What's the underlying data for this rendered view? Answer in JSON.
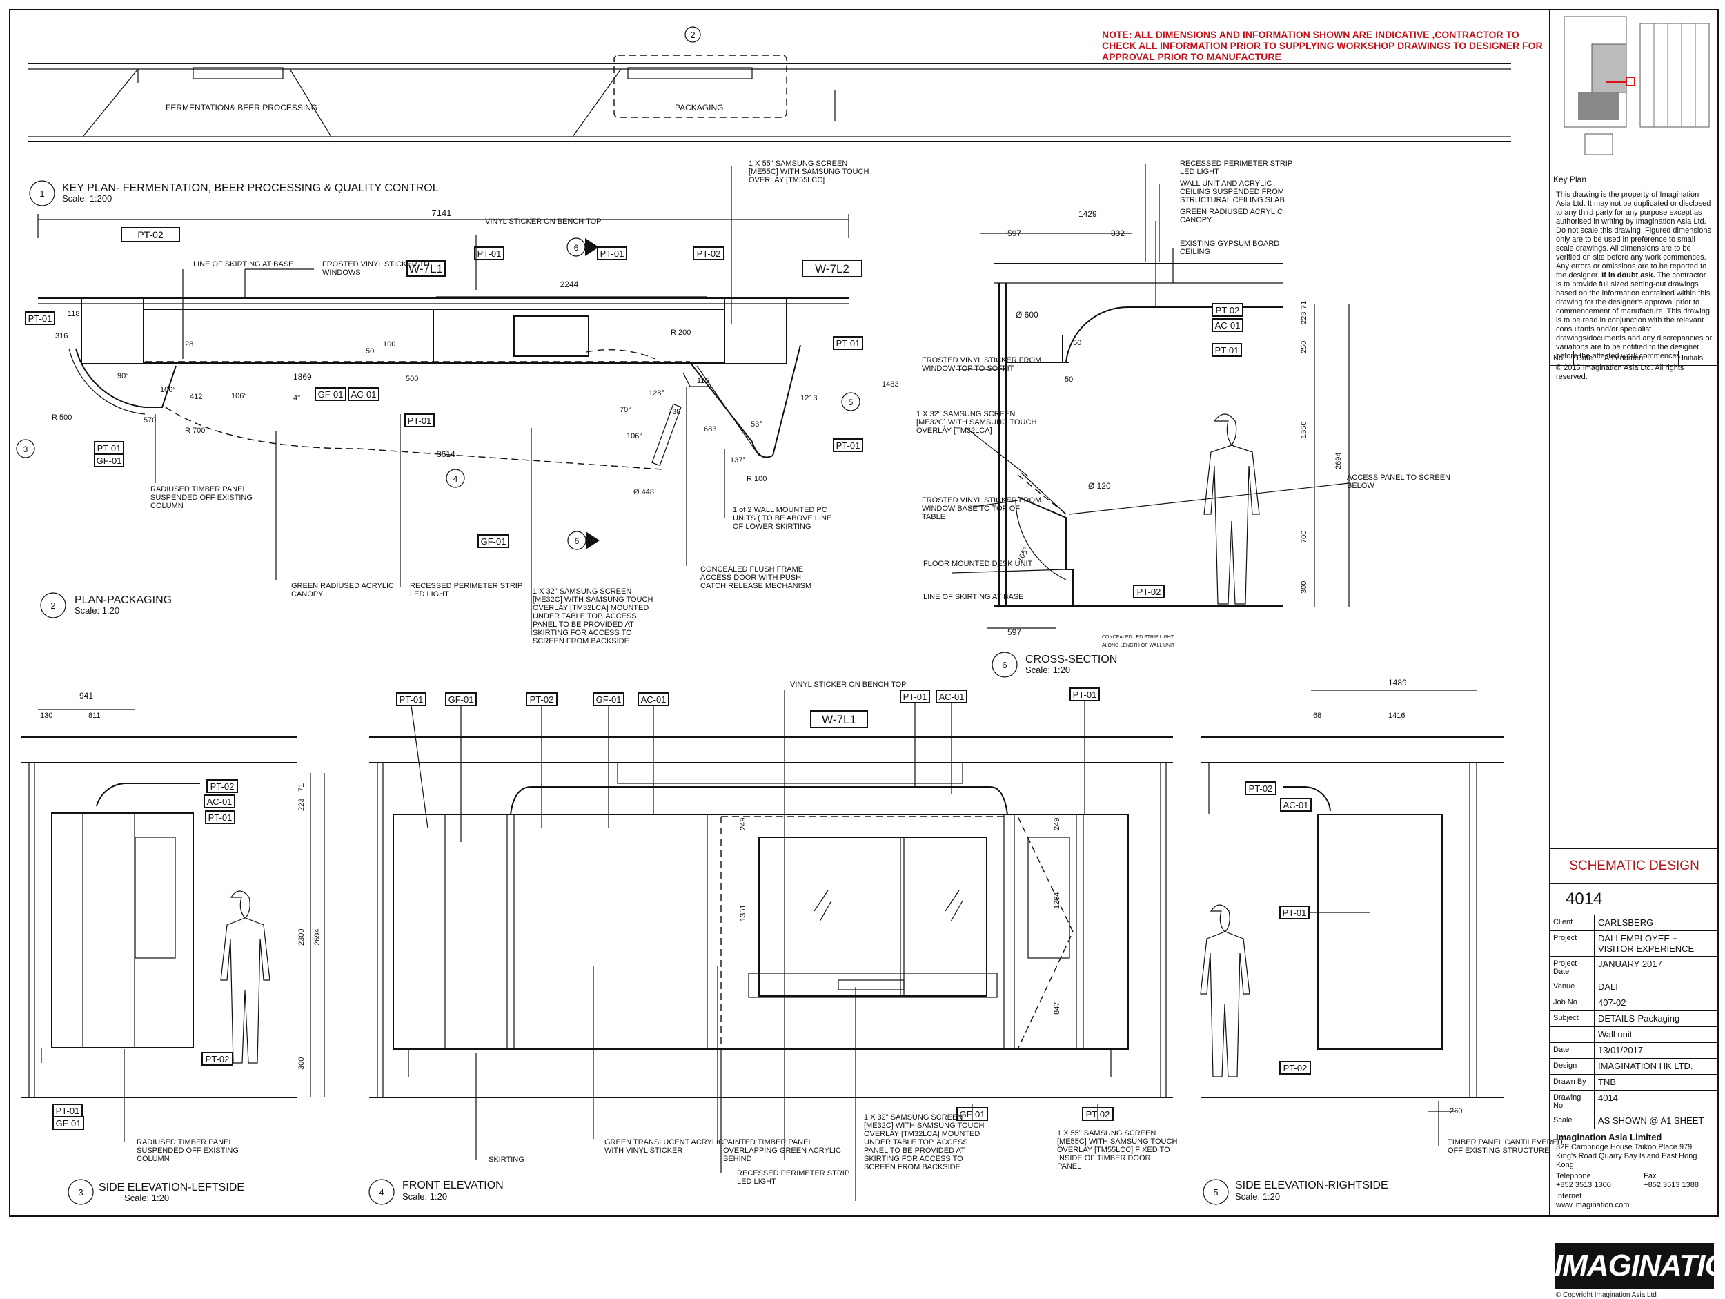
{
  "note": "NOTE: ALL DIMENSIONS AND INFORMATION SHOWN ARE INDICATIVE ,CONTRACTOR TO CHECK ALL INFORMATION PRIOR TO SUPPLYING WORKSHOP  DRAWINGS TO DESIGNER FOR APPROVAL PRIOR TO MANUFACTURE",
  "keyplan": {
    "marker": "2",
    "zone1": "FERMENTATION& BEER PROCESSING",
    "zone2": "PACKAGING",
    "num": "1",
    "title": "KEY PLAN- FERMENTATION, BEER PROCESSING & QUALITY CONTROL",
    "scale": "Scale: 1:200"
  },
  "plan": {
    "num": "2",
    "title": "PLAN-PACKAGING",
    "scale": "Scale: 1:20",
    "dims": {
      "overall": "7141",
      "d2244": "2244",
      "d1869": "1869",
      "d3614": "3614",
      "d316": "316",
      "d118": "118",
      "d28": "28",
      "d50": "50",
      "d100": "100",
      "d500": "500",
      "d570": "570",
      "d412": "412",
      "r500": "R 500",
      "r700": "R 700",
      "r200": "R 200",
      "r100": "R 100",
      "dia448": "Ø 448",
      "d1213": "1213",
      "d1483": "1483",
      "d683": "683",
      "d738": "738",
      "d115": "115",
      "a90": "90°",
      "a106": "106°",
      "a106b": "106°",
      "a4": "4°",
      "a128": "128°",
      "a70": "70°",
      "a106c": "106°",
      "a53": "53°",
      "a137": "137°"
    },
    "tags": {
      "pt01": "PT-01",
      "pt02": "PT-02",
      "gf01": "GF-01",
      "ac01": "AC-01",
      "w7l1": "W-7L1",
      "w7l2": "W-7L2"
    },
    "markers": {
      "m3": "3",
      "m4": "4",
      "m5": "5",
      "m6": "6"
    },
    "notes": {
      "skirting": "LINE OF SKIRTING AT BASE",
      "frosted": "FROSTED VINYL STICKER TO WINDOWS",
      "vinyl": "VINYL STICKER ON BENCH TOP",
      "screen55": "1 X 55\" SAMSUNG SCREEN [ME55C] WITH SAMSUNG TOUCH OVERLAY [TM55LCC]",
      "radiused": "RADIUSED TIMBER PANEL SUSPENDED OFF EXISTING COLUMN",
      "canopy": "GREEN RADIUSED ACRYLIC CANOPY",
      "recessed": "RECESSED PERIMETER STRIP LED LIGHT",
      "screen32": "1 X 32\" SAMSUNG SCREEN [ME32C] WITH SAMSUNG TOUCH OVERLAY [TM32LCA] MOUNTED UNDER TABLE TOP.  ACCESS PANEL TO BE PROVIDED AT SKIRTING FOR ACCESS TO SCREEN FROM BACKSIDE",
      "concealed": "CONCEALED FLUSH FRAME ACCESS DOOR WITH PUSH CATCH RELEASE MECHANISM",
      "pcunits": "1 of 2 WALL MOUNTED PC UNITS ( TO BE ABOVE LINE OF LOWER SKIRTING"
    }
  },
  "section": {
    "num": "6",
    "title": "CROSS-SECTION",
    "scale": "Scale: 1:20",
    "dims": {
      "d1429": "1429",
      "d597": "597",
      "d832": "832",
      "d597b": "597",
      "dia600": "Ø 600",
      "dia120": "Ø 120",
      "d50": "50",
      "d50b": "50",
      "d223": "223",
      "d71": "71",
      "d250": "250",
      "d1350": "1350",
      "d700": "700",
      "d300": "300",
      "d2694": "2694",
      "a105": "105°"
    },
    "notes": {
      "led": "RECESSED PERIMETER STRIP LED LIGHT",
      "wallunit": "WALL UNIT AND ACRYLIC CEILING SUSPENDED FROM STRUCTURAL CEILING SLAB",
      "canopy": "GREEN RADIUSED ACRYLIC CANOPY",
      "gypsum": "EXISTING GYPSUM BOARD CEILING",
      "frostedTop": "FROSTED VINYL STICKER FROM WINDOW TOP TO SOFFIT",
      "screen32": "1 X 32\" SAMSUNG SCREEN [ME32C] WITH SAMSUNG TOUCH OVERLAY [TM32LCA]",
      "frostedBase": "FROSTED VINYL STICKER FROM WINDOW BASE TO TOP OF TABLE",
      "floor": "FLOOR MOUNTED DESK UNIT",
      "skirting": "LINE OF SKIRTING AT BASE",
      "access": "ACCESS PANEL TO SCREEN BELOW",
      "concealed": "CONCEALED LED STRIP LIGHT ALONG LENGTH OF WALL UNIT"
    }
  },
  "left": {
    "num": "3",
    "title": "SIDE ELEVATION-LEFTSIDE",
    "scale": "Scale: 1:20",
    "dims": {
      "d941": "941",
      "d130": "130",
      "d811": "811",
      "d223": "223",
      "d71": "71",
      "d2300": "2300",
      "d2694": "2694",
      "d300": "300"
    },
    "note": "RADIUSED TIMBER PANEL SUSPENDED OFF EXISTING COLUMN"
  },
  "front": {
    "num": "4",
    "title": "FRONT ELEVATION",
    "scale": "Scale: 1:20",
    "dims": {
      "d249": "249",
      "d249b": "249",
      "d1351": "1351",
      "d1204": "1204",
      "d847": "847"
    },
    "notes": {
      "vinyl": "VINYL STICKER ON BENCH TOP",
      "skirting": "SKIRTING",
      "green": "GREEN TRANSLUCENT ACRYLIC WITH VINYL STICKER",
      "painted": "PAINTED TIMBER PANEL OVERLAPPING GREEN ACRYLIC BEHIND",
      "led": "RECESSED PERIMETER STRIP LED LIGHT",
      "screen32": "1 X 32\" SAMSUNG SCREEN [ME32C] WITH SAMSUNG TOUCH OVERLAY [TM32LCA] MOUNTED UNDER TABLE TOP.  ACCESS PANEL TO BE PROVIDED AT SKIRTING FOR ACCESS TO SCREEN FROM BACKSIDE",
      "screen55": "1 X 55\" SAMSUNG SCREEN [ME55C] WITH SAMSUNG TOUCH OVERLAY [TM55LCC] FIXED TO INSIDE OF TIMBER DOOR PANEL"
    }
  },
  "right": {
    "num": "5",
    "title": "SIDE ELEVATION-RIGHTSIDE",
    "scale": "Scale: 1:20",
    "dims": {
      "d1489": "1489",
      "d68": "68",
      "d1416": "1416",
      "d260": "260"
    },
    "note": "TIMBER PANEL CANTILEVERED OFF EXISTING STRUCTURE"
  },
  "titleblock": {
    "keyplan_label": "Key Plan",
    "disclaimer_a": "This drawing is the property of Imagination Asia Ltd. It may not be duplicated or disclosed to any third party for any purpose except as authorised in writing by Imagination Asia Ltd. Do not scale this drawing. Figured dimensions only are to be used in preference to small scale drawings. All dimensions are to be verified on site before any work commences. Any errors or omissions are to be reported to the designer.",
    "disclaimer_bold": "If in doubt ask.",
    "disclaimer_b": "The contractor is to provide full sized setting-out drawings based on the information contained within this drawing for the designer's approval prior to commencement of manufacture. This drawing is to be read in conjunction with the relevant consultants and/or specialist drawings/documents and any discrepancies or variations are to be notified to the designer before the affected work commences.",
    "copyright_line": "© 2015 Imagination Asia Ltd. All rights reserved.",
    "am_no": "No.",
    "am_date": "Date",
    "am_amend": "Amendment",
    "am_init": "Initials",
    "stage": "SCHEMATIC DESIGN",
    "job_big": "4014",
    "rows": [
      {
        "k": "Client",
        "v": "CARLSBERG"
      },
      {
        "k": "Project",
        "v": "DALI  EMPLOYEE + VISITOR EXPERIENCE"
      },
      {
        "k": "Project Date",
        "v": "JANUARY 2017"
      },
      {
        "k": "Venue",
        "v": "DALI"
      },
      {
        "k": "Job No",
        "v": "407-02"
      },
      {
        "k": "Subject",
        "v": "DETAILS-Packaging"
      },
      {
        "k": "",
        "v": "Wall unit"
      },
      {
        "k": "Date",
        "v": "13/01/2017"
      },
      {
        "k": "Design",
        "v": "IMAGINATION HK LTD."
      },
      {
        "k": "Drawn By",
        "v": "TNB"
      },
      {
        "k": "Drawing No.",
        "v": "4014"
      },
      {
        "k": "Scale",
        "v": "AS SHOWN @ A1 SHEET"
      }
    ],
    "company": "Imagination Asia Limited",
    "address": "32F Cambridge House Taikoo Place 979 King's Road Quarry Bay Island East Hong Kong",
    "tel_label": "Telephone",
    "tel": "+852 3513 1300",
    "fax_label": "Fax",
    "fax": "+852 3513 1388",
    "internet_label": "Internet",
    "web": "www.imagination.com",
    "logo": "IMAGINATION",
    "copyright": "© Copyright Imagination Asia Ltd"
  }
}
